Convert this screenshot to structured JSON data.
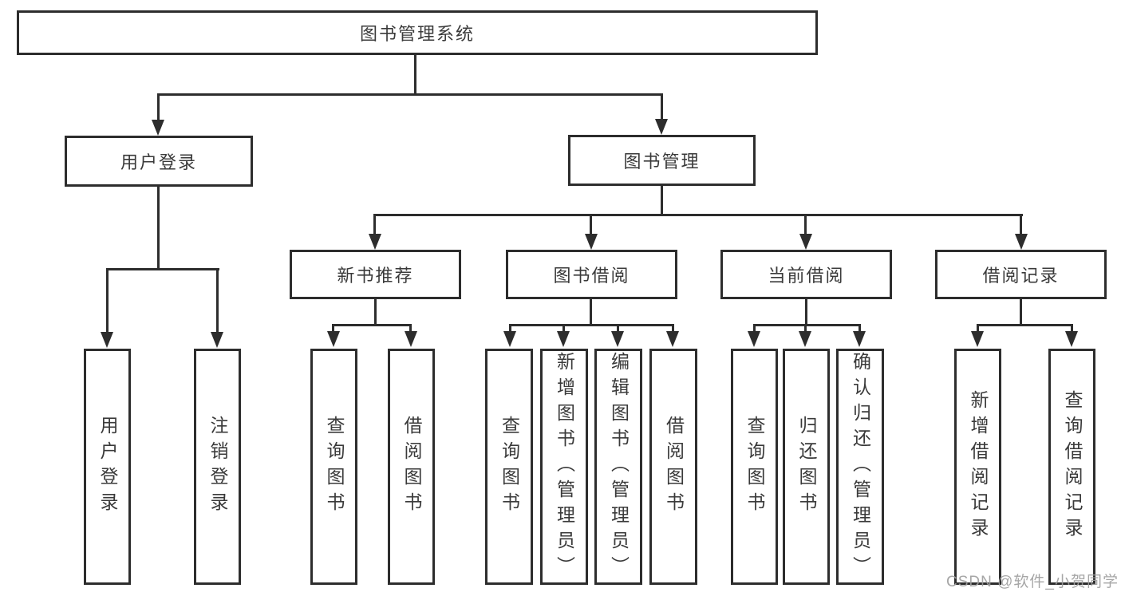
{
  "tree": {
    "root": {
      "label": "图书管理系统",
      "children": [
        {
          "label": "用户登录",
          "children": [
            {
              "label": "用户登录"
            },
            {
              "label": "注销登录"
            }
          ]
        },
        {
          "label": "图书管理",
          "children": [
            {
              "label": "新书推荐",
              "children": [
                {
                  "label": "查询图书"
                },
                {
                  "label": "借阅图书"
                }
              ]
            },
            {
              "label": "图书借阅",
              "children": [
                {
                  "label": "查询图书"
                },
                {
                  "label": "新增图书（管理员）"
                },
                {
                  "label": "编辑图书（管理员）"
                },
                {
                  "label": "借阅图书"
                }
              ]
            },
            {
              "label": "当前借阅",
              "children": [
                {
                  "label": "查询图书"
                },
                {
                  "label": "归还图书"
                },
                {
                  "label": "确认归还（管理员）"
                }
              ]
            },
            {
              "label": "借阅记录",
              "children": [
                {
                  "label": "新增借阅记录"
                },
                {
                  "label": "查询借阅记录"
                }
              ]
            }
          ]
        }
      ]
    }
  },
  "watermark": {
    "text": "CSDN @软件_小贺同学"
  },
  "colors": {
    "line": "#2d2d2d",
    "text": "#3a3a3a",
    "watermark": "#9e9e9e",
    "background": "#ffffff"
  }
}
